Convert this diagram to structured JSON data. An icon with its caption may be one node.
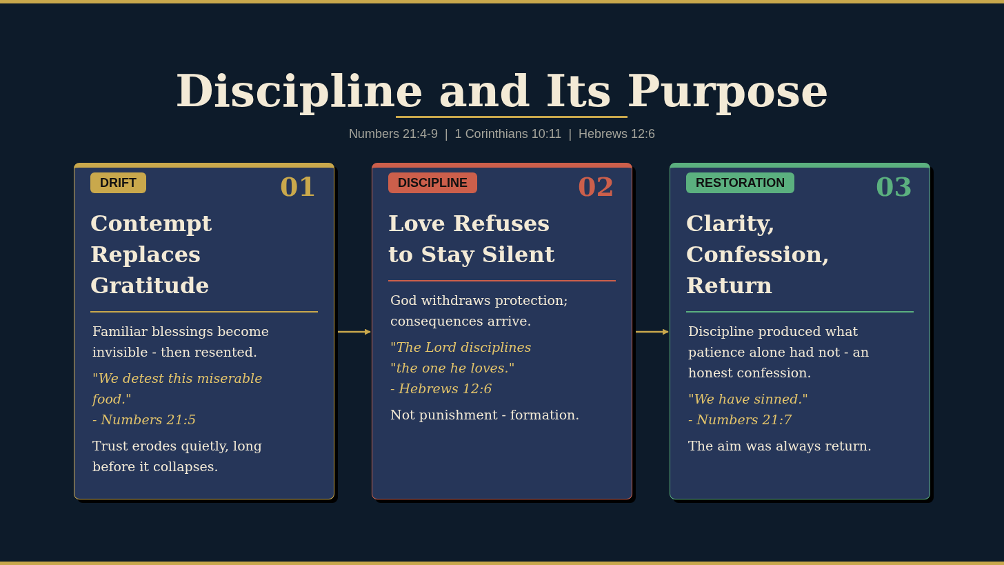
{
  "diagram": {
    "title": "Discipline and Its Purpose",
    "nodes": [
      {
        "text": [
          "DRIFT",
          "01",
          "Contempt Replaces Gratitude",
          "Familiar blessings become invisible - then resented.",
          "\"We detest this miserable food.\"",
          "- Numbers 21:5",
          "Trust erodes quietly, long before it collapses."
        ]
      },
      {
        "text": [
          "DISCIPLINE",
          "02",
          "Love Refuses to Stay Silent",
          "God withdraws protection; consequences arrive.",
          "\"The Lord disciplines \"the one he loves.\"",
          "- Hebrews 12:6",
          "Not punishment - formation."
        ]
      },
      {
        "text": [
          "RESTORATION",
          "03",
          "Clarity, Confession, Return",
          "Discipline produced what patience alone had not - an honest confession.",
          "\"We have sinned.\"",
          "- Numbers 21:7",
          "The aim was always return."
        ]
      }
    ],
    "edges": [
      {
        "from": 0,
        "to": 1,
        "arrow": "to"
      },
      {
        "from": 1,
        "to": 2,
        "arrow": "to"
      }
    ],
    "labels": [
      "Numbers 21:4-9  |  1 Corinthians 10:11  |  Hebrews 12:6"
    ]
  }
}
